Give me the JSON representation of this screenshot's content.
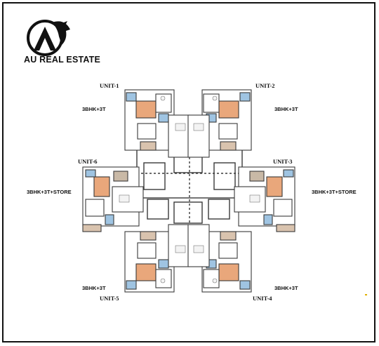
{
  "brand": {
    "name": "AU REAL ESTATE",
    "logo_icon": "au-monogram-icon",
    "accent": "#111111"
  },
  "units": [
    {
      "id": "unit-1",
      "label": "UNIT-1",
      "config": "3BHK+3T"
    },
    {
      "id": "unit-2",
      "label": "UNIT-2",
      "config": "3BHK+3T"
    },
    {
      "id": "unit-3",
      "label": "UNIT-3",
      "config": "3BHK+3T+STORE"
    },
    {
      "id": "unit-4",
      "label": "UNIT-4",
      "config": "3BHK+3T"
    },
    {
      "id": "unit-5",
      "label": "UNIT-5",
      "config": "3BHK+3T"
    },
    {
      "id": "unit-6",
      "label": "UNIT-6",
      "config": "3BHK+3T+STORE"
    }
  ],
  "colors": {
    "wall": "#3a3a3a",
    "bedroom_floor": "#e9a77b",
    "wet_area": "#9fc4e2",
    "balcony": "#d9c3ae",
    "store": "#c9b9a6"
  }
}
